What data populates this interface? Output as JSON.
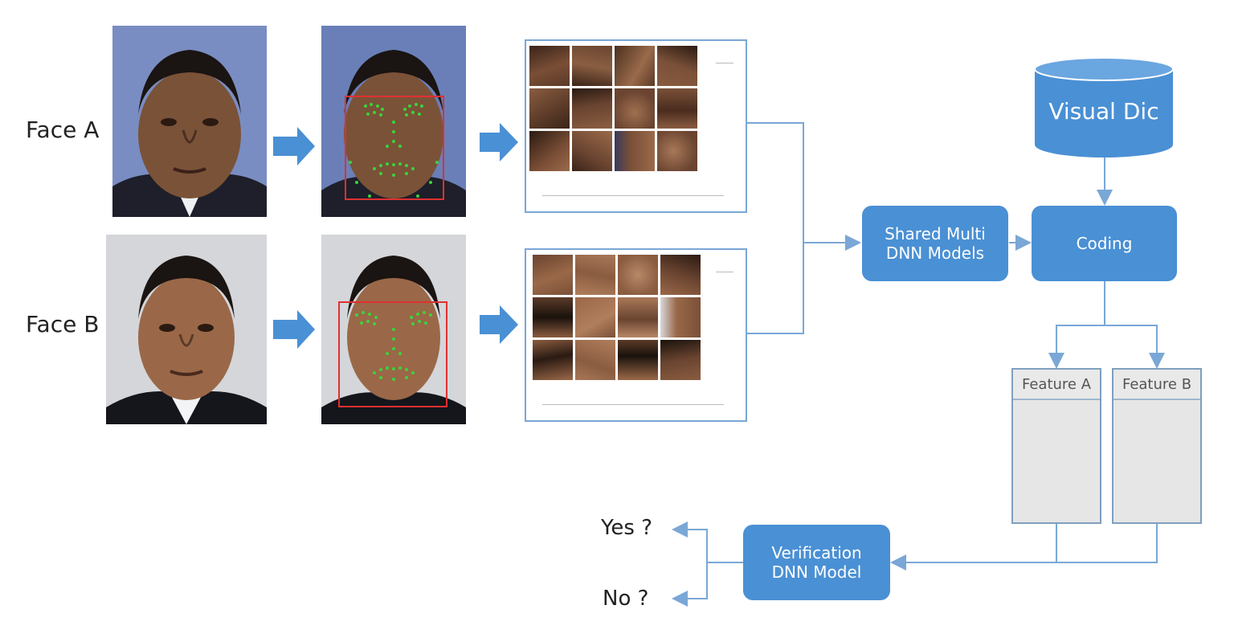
{
  "faces": [
    {
      "label": "Face A"
    },
    {
      "label": "Face B"
    }
  ],
  "boxes": {
    "shared_models": "Shared Multi DNN Models",
    "visual_dic": "Visual Dic",
    "coding": "Coding",
    "verification": "Verification DNN Model"
  },
  "features": {
    "a": "Feature A",
    "b": "Feature B"
  },
  "outputs": {
    "yes": "Yes ?",
    "no": "No ?"
  },
  "colors": {
    "box_blue": "#4a90d4",
    "line_blue": "#7aa7d6",
    "landmark_green": "#3cd23c",
    "face_box_red": "#e03030"
  }
}
